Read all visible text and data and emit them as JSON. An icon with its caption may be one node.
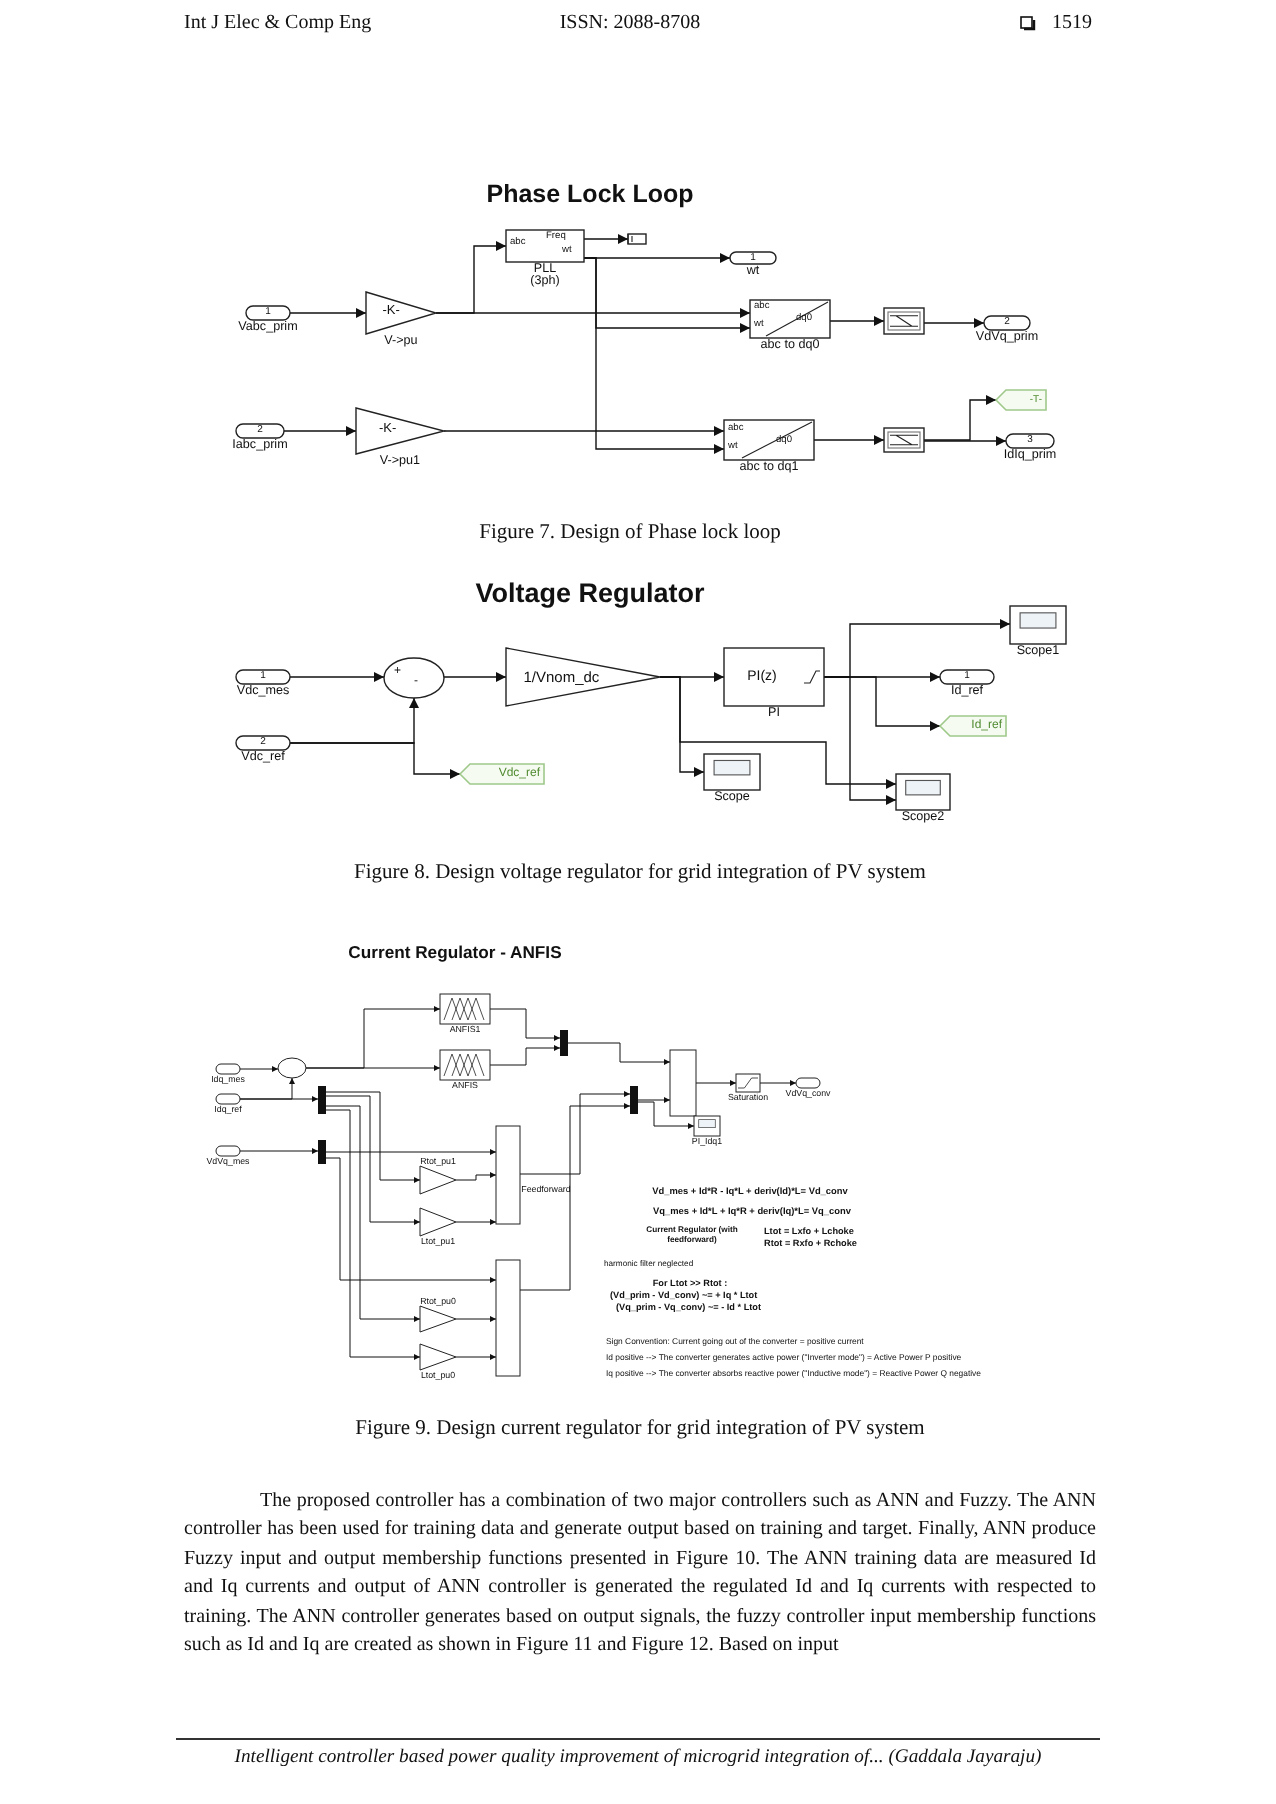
{
  "diagram": {
    "nodes": [
      {
        "text": [
          "1"
        ],
        "beside": [
          "Vabc_prim"
        ]
      },
      {
        "text": [
          "-K-"
        ],
        "beside": [
          "V->pu"
        ]
      },
      {
        "text": [
          "abc",
          "Freq",
          "wt"
        ],
        "beside": [
          "PLL (3ph)"
        ]
      },
      {
        "text": [],
        "shape": "box"
      },
      {
        "text": [
          "1"
        ],
        "beside": [
          "wt"
        ]
      },
      {
        "text": [
          "abc",
          "wt",
          "dq0"
        ],
        "beside": [
          "abc to dq0"
        ]
      },
      {
        "text": [],
        "shape": "box"
      },
      {
        "text": [
          "2"
        ],
        "beside": [
          "VdVq_prim"
        ]
      },
      {
        "text": [
          "2"
        ],
        "beside": [
          "Iabc_prim"
        ]
      },
      {
        "text": [
          "-K-"
        ],
        "beside": [
          "V->pu1"
        ]
      },
      {
        "text": [
          "abc",
          "wt",
          "dq0"
        ],
        "beside": [
          "abc to dq1"
        ]
      },
      {
        "text": [],
        "shape": "box"
      },
      {
        "text": [
          "-T-"
        ]
      },
      {
        "text": [
          "3"
        ],
        "beside": [
          "IdIq_prim"
        ]
      },
      {
        "text": [
          "1"
        ],
        "beside": [
          "Vdc_mes"
        ]
      },
      {
        "text": [
          "+",
          "-"
        ]
      },
      {
        "text": [
          "1/Vnom_dc"
        ]
      },
      {
        "text": [
          "PI(z)"
        ],
        "beside": [
          "PI"
        ]
      },
      {
        "text": [],
        "shape": "box",
        "beside": [
          "Scope1"
        ]
      },
      {
        "text": [
          "1"
        ],
        "beside": [
          "Id_ref"
        ]
      },
      {
        "text": [
          "Id_ref"
        ]
      },
      {
        "text": [
          "2"
        ],
        "beside": [
          "Vdc_ref"
        ]
      },
      {
        "text": [
          "Vdc_ref"
        ]
      },
      {
        "text": [],
        "shape": "box",
        "beside": [
          "Scope"
        ]
      },
      {
        "text": [],
        "shape": "box",
        "beside": [
          "Scope2"
        ]
      },
      {
        "text": [],
        "shape": "oval",
        "beside": [
          "Idq_mes"
        ]
      },
      {
        "text": [],
        "shape": "oval",
        "beside": [
          "Idq_ref"
        ]
      },
      {
        "text": [],
        "shape": "oval",
        "beside": [
          "VdVq_mes"
        ]
      },
      {
        "text": [],
        "shape": "circle"
      },
      {
        "text": [],
        "shape": "box",
        "beside": [
          "ANFIS1"
        ]
      },
      {
        "text": [],
        "shape": "box",
        "beside": [
          "ANFIS"
        ]
      },
      {
        "text": [],
        "shape": "bar"
      },
      {
        "text": [],
        "shape": "bar"
      },
      {
        "text": [],
        "shape": "bar"
      },
      {
        "text": [],
        "shape": "bar"
      },
      {
        "text": [],
        "shape": "box"
      },
      {
        "text": [],
        "shape": "box",
        "beside": [
          "Saturation"
        ]
      },
      {
        "text": [],
        "shape": "oval",
        "beside": [
          "VdVq_conv"
        ]
      },
      {
        "text": [],
        "shape": "box",
        "beside": [
          "PI_Idq1"
        ]
      },
      {
        "text": [],
        "shape": "box",
        "beside": [
          "Feedforward"
        ]
      },
      {
        "text": [],
        "shape": "triangle",
        "beside": [
          "Rtot_pu1"
        ]
      },
      {
        "text": [],
        "shape": "triangle",
        "beside": [
          "Ltot_pu1"
        ]
      },
      {
        "text": [],
        "shape": "box"
      },
      {
        "text": [],
        "shape": "triangle",
        "beside": [
          "Rtot_pu0"
        ]
      },
      {
        "text": [],
        "shape": "triangle",
        "beside": [
          "Ltot_pu0"
        ]
      }
    ],
    "edges": [
      {
        "from": 0,
        "to": 1,
        "arrow": "to"
      },
      {
        "from": 1,
        "to": 2,
        "arrow": "to"
      },
      {
        "from": 1,
        "to": 5,
        "arrow": "to"
      },
      {
        "from": 2,
        "to": 3,
        "arrow": "to"
      },
      {
        "from": 2,
        "to": 4,
        "arrow": "to"
      },
      {
        "from": 2,
        "to": 5,
        "arrow": "to"
      },
      {
        "from": 2,
        "to": 10,
        "arrow": "to"
      },
      {
        "from": 5,
        "to": 6,
        "arrow": "to"
      },
      {
        "from": 6,
        "to": 7,
        "arrow": "to"
      },
      {
        "from": 8,
        "to": 9,
        "arrow": "to"
      },
      {
        "from": 9,
        "to": 10,
        "arrow": "to"
      },
      {
        "from": 10,
        "to": 11,
        "arrow": "to"
      },
      {
        "from": 11,
        "to": 12,
        "arrow": "to"
      },
      {
        "from": 11,
        "to": 13,
        "arrow": "to"
      },
      {
        "from": 14,
        "to": 15,
        "arrow": "to"
      },
      {
        "from": 21,
        "to": 15,
        "arrow": "to"
      },
      {
        "from": 21,
        "to": 22,
        "arrow": "to"
      },
      {
        "from": 15,
        "to": 16,
        "arrow": "to"
      },
      {
        "from": 16,
        "to": 17,
        "arrow": "to"
      },
      {
        "from": 16,
        "to": 23,
        "arrow": "to"
      },
      {
        "from": 16,
        "to": 24,
        "arrow": "to"
      },
      {
        "from": 17,
        "to": 18,
        "arrow": "to"
      },
      {
        "from": 17,
        "to": 19,
        "arrow": "to"
      },
      {
        "from": 17,
        "to": 20,
        "arrow": "to"
      },
      {
        "from": 17,
        "to": 24,
        "arrow": "to"
      },
      {
        "from": 25,
        "to": 28,
        "arrow": "to"
      },
      {
        "from": 26,
        "to": 28,
        "arrow": "to"
      },
      {
        "from": 28,
        "to": 29,
        "arrow": "to"
      },
      {
        "from": 28,
        "to": 30,
        "arrow": "to"
      },
      {
        "from": 29,
        "to": 31,
        "arrow": "to"
      },
      {
        "from": 30,
        "to": 31,
        "arrow": "to"
      },
      {
        "from": 31,
        "to": 35,
        "arrow": "to"
      },
      {
        "from": 34,
        "to": 35,
        "arrow": "to"
      },
      {
        "from": 34,
        "to": 38,
        "arrow": "to"
      },
      {
        "from": 35,
        "to": 36,
        "arrow": "to"
      },
      {
        "from": 36,
        "to": 37,
        "arrow": "to"
      },
      {
        "from": 26,
        "to": 32,
        "arrow": "to"
      },
      {
        "from": 27,
        "to": 33,
        "arrow": "to"
      },
      {
        "from": 32,
        "to": 40,
        "arrow": "to"
      },
      {
        "from": 32,
        "to": 41,
        "arrow": "to"
      },
      {
        "from": 33,
        "to": 39,
        "arrow": "to"
      },
      {
        "from": 40,
        "to": 39,
        "arrow": "to"
      },
      {
        "from": 41,
        "to": 39,
        "arrow": "to"
      },
      {
        "from": 39,
        "to": 34,
        "arrow": "to"
      },
      {
        "from": 42,
        "to": 34,
        "arrow": "to"
      },
      {
        "from": 32,
        "to": 43,
        "arrow": "to"
      },
      {
        "from": 32,
        "to": 44,
        "arrow": "to"
      },
      {
        "from": 33,
        "to": 42,
        "arrow": "to"
      },
      {
        "from": 43,
        "to": 42,
        "arrow": "to"
      },
      {
        "from": 44,
        "to": 42,
        "arrow": "to"
      }
    ],
    "labels": [
      "Int J Elec & Comp Eng",
      "ISSN: 2088-8708",
      "1519",
      "Phase Lock Loop",
      "Figure 7. Design of Phase lock loop",
      "Voltage Regulator",
      "Figure 8. Design voltage regulator for grid integration of PV system",
      "Current Regulator - ANFIS",
      "Vd_mes + Id*R - Iq*L + deriv(Id)*L= Vd_conv",
      "Vq_mes + Id*L + Iq*R  + deriv(Iq)*L= Vq_conv",
      "Current Regulator (with feedforward)",
      "Ltot = Lxfo + Lchoke",
      "Rtot = Rxfo + Rchoke",
      "harmonic  filter neglected",
      "For Ltot >> Rtot :",
      "(Vd_prim - Vd_conv) ~= + Iq * Ltot",
      "(Vq_prim - Vq_conv) ~= - Id * Ltot",
      "Sign Convention: Current going out of the converter = positive current",
      "Id positive --> The converter generates active power (\"Inverter mode\") = Active Power P positive",
      "Iq positive --> The converter absorbs reactive power (\"Inductive mode\") = Reactive Power Q negative",
      "Figure 9. Design current regulator for grid integration of PV system",
      "The proposed controller has a combination of two major controllers such as ANN and Fuzzy. The ANN controller has been used for training data and generate output based on training and target. Finally, ANN produce Fuzzy input and output membership functions presented in Figure 10. The ANN training data are measured Id and Iq currents and output of ANN controller is generated the regulated Id and Iq currents with respected to training. The ANN controller generates based on output signals, the fuzzy controller input membership functions such as Id and Iq are created as shown in Figure 11 and Figure 12. Based on input",
      "Intelligent controller based power quality improvement of microgrid integration of... (Gaddala Jayaraju)"
    ]
  }
}
